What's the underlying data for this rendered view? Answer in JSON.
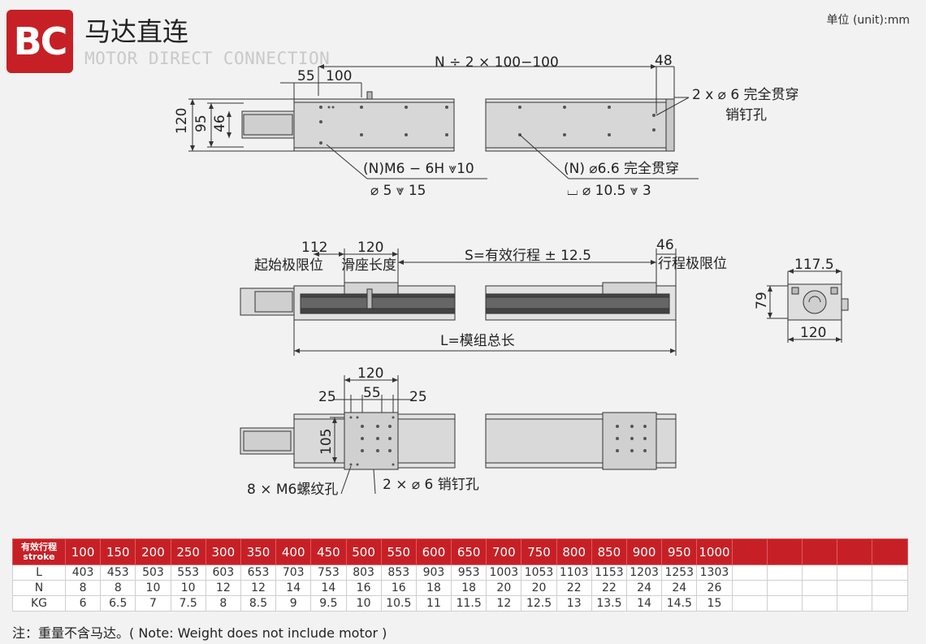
{
  "header": {
    "logo": "BC",
    "title_cn": "马达直连",
    "title_en": "MOTOR DIRECT CONNECTION",
    "unit": "单位 (unit):mm"
  },
  "top_view": {
    "dims": {
      "n_formula": "N ÷ 2 × 100−100",
      "d48": "48",
      "d55": "55",
      "d100": "100",
      "d120": "120",
      "d95": "95",
      "d46": "46"
    },
    "callouts": {
      "pin_hole_1": "2 x ⌀ 6 完全贯穿",
      "pin_hole_2": "销钉孔",
      "thread_1": "(N)M6 − 6H ⩔10",
      "thread_2": "⌀ 5 ⩔ 15",
      "through_1": "(N) ⌀6.6 完全贯穿",
      "through_2": "⌴ ⌀ 10.5 ⩔ 3"
    }
  },
  "side_view": {
    "dims": {
      "d112": "112",
      "d120": "120",
      "stroke_formula": "S=有效行程 ± 12.5",
      "d46": "46",
      "total": "L=模组总长"
    },
    "labels": {
      "start_limit": "起始极限位",
      "slider_len": "滑座长度",
      "end_limit": "行程极限位"
    }
  },
  "end_view": {
    "d117": "117.5",
    "d79": "79",
    "d120": "120"
  },
  "bottom_view": {
    "dims": {
      "d120": "120",
      "d25a": "25",
      "d55": "55",
      "d25b": "25",
      "d105": "105"
    },
    "callouts": {
      "screw": "8 × M6螺纹孔",
      "pin": "2 × ⌀ 6 销钉孔"
    }
  },
  "spec_table": {
    "header_label": "有效行程",
    "header_label_en": "stroke",
    "strokes": [
      "100",
      "150",
      "200",
      "250",
      "300",
      "350",
      "400",
      "450",
      "500",
      "550",
      "600",
      "650",
      "700",
      "750",
      "800",
      "850",
      "900",
      "950",
      "1000"
    ],
    "empty_cols": 5,
    "rows": [
      {
        "label": "L",
        "values": [
          "403",
          "453",
          "503",
          "553",
          "603",
          "653",
          "703",
          "753",
          "803",
          "853",
          "903",
          "953",
          "1003",
          "1053",
          "1103",
          "1153",
          "1203",
          "1253",
          "1303"
        ]
      },
      {
        "label": "N",
        "values": [
          "8",
          "8",
          "10",
          "10",
          "12",
          "12",
          "14",
          "14",
          "16",
          "16",
          "18",
          "18",
          "20",
          "20",
          "22",
          "22",
          "24",
          "24",
          "26"
        ]
      },
      {
        "label": "KG",
        "values": [
          "6",
          "6.5",
          "7",
          "7.5",
          "8",
          "8.5",
          "9",
          "9.5",
          "10",
          "10.5",
          "11",
          "11.5",
          "12",
          "12.5",
          "13",
          "13.5",
          "14",
          "14.5",
          "15"
        ]
      }
    ]
  },
  "note": "注：重量不含马达。( Note: Weight does not include motor )"
}
